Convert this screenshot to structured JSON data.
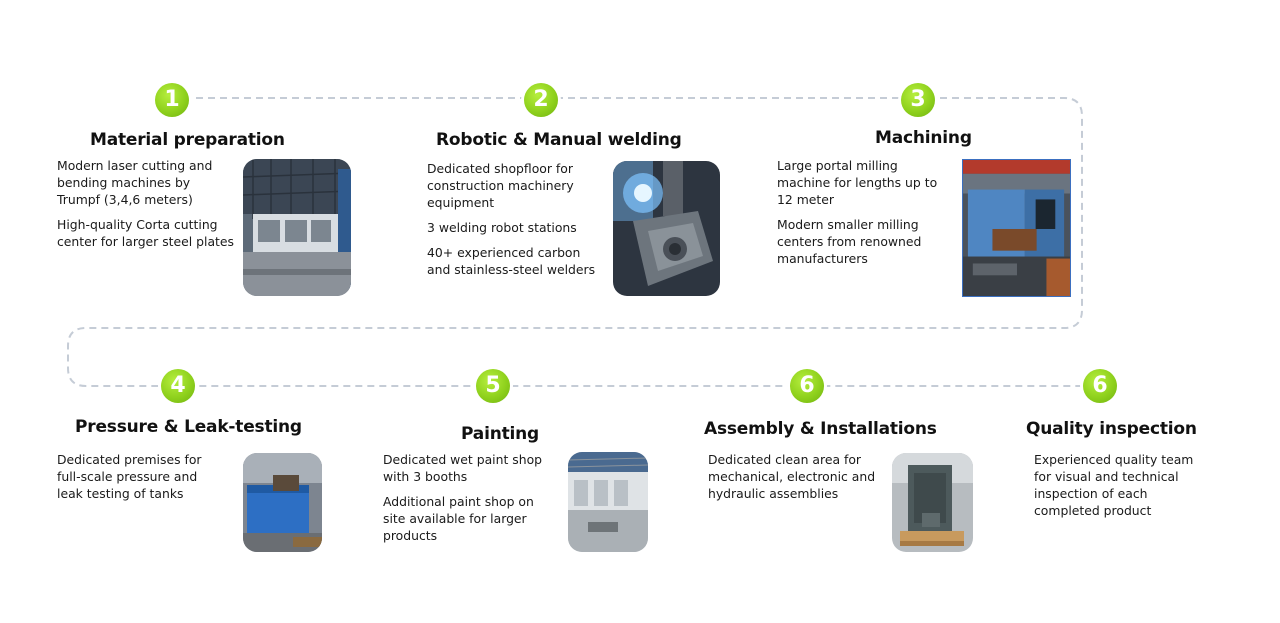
{
  "steps": [
    {
      "number": "1",
      "title": "Material preparation",
      "lines": [
        "Modern laser cutting and bending machines by Trumpf (3,4,6 meters)",
        "High-quality Corta cutting center for larger steel plates"
      ],
      "photo_icon": "laser-cutting-machine-photo"
    },
    {
      "number": "2",
      "title": "Robotic & Manual welding",
      "lines": [
        "Dedicated shopfloor for construction machinery equipment",
        "3 welding robot stations",
        "40+ experienced carbon and stainless-steel welders"
      ],
      "photo_icon": "welding-photo"
    },
    {
      "number": "3",
      "title": "Machining",
      "lines": [
        "Large portal milling machine for lengths up to 12 meter",
        "Modern smaller milling centers from renowned manufacturers"
      ],
      "photo_icon": "milling-machine-photo"
    },
    {
      "number": "4",
      "title": "Pressure & Leak-testing",
      "lines": [
        "Dedicated premises for full-scale pressure and leak testing of tanks"
      ],
      "photo_icon": "leak-testing-tank-photo"
    },
    {
      "number": "5",
      "title": "Painting",
      "lines": [
        "Dedicated wet paint shop with 3 booths",
        "Additional paint shop on site available for larger products"
      ],
      "photo_icon": "paint-shop-photo"
    },
    {
      "number": "6",
      "title": "Assembly & Installations",
      "lines": [
        "Dedicated clean area for mechanical, electronic and hydraulic assemblies"
      ],
      "photo_icon": "assembly-photo"
    },
    {
      "number": "6",
      "title": "Quality inspection",
      "lines": [
        "Experienced quality team for visual and technical inspection of each completed product"
      ],
      "photo_icon": ""
    }
  ],
  "colors": {
    "badge": "#8fd11d",
    "connector": "#c5ccd6",
    "text": "#111111"
  }
}
